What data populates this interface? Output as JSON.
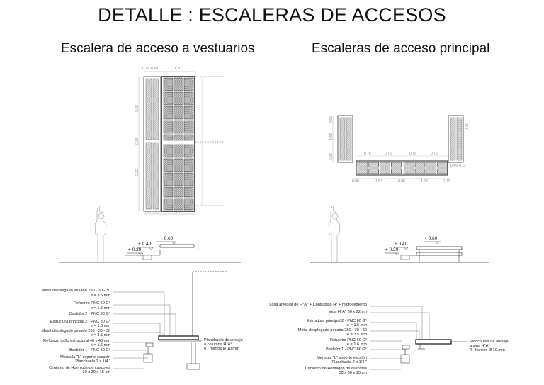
{
  "title": "DETALLE : ESCALERAS DE ACCESOS",
  "left": {
    "subtitle": "Escalera de acceso a vestuarios",
    "dims_top": [
      "0,11",
      "0,49",
      "1,20"
    ],
    "dims_bottom": [
      "0,30",
      "0,30",
      "1,20"
    ],
    "dims_side": [
      "2,32",
      "0,06",
      "2,32"
    ],
    "levels": [
      "+ 0.60",
      "+ 0.40",
      "+ 0.20"
    ],
    "labels": [
      "Metal desplegado pesado 250 - 30 - 30",
      "e = 3.5 mm",
      "Refuerzo PNC 60 G°",
      "e = 1.6 mm",
      "Bastidor 2 - PNC 80 G°",
      "Estructura principal 2 - PNC 80 G°",
      "e = 1.6 mm",
      "Metal desplegado pesado 250 - 30 - 30",
      "e = 3.5 mm",
      "Refuerzo caño estructural 40 x 40 mm",
      "e = 1.6 mm",
      "Bastidor 1 - PNC 80 G°",
      "Mensula \"L\" soporte escalón",
      "Planchuela 2 x 1/4 \"",
      "Cimiento de Hormigón de cascotes",
      "30 x 30 x 15 cm"
    ],
    "right_labels": [
      "Planchuela de anclaje",
      "a columna H°A°",
      "4 - hierros Ø 10 mm"
    ]
  },
  "right": {
    "subtitle": "Escaleras de acceso principal",
    "dims_top": [
      "0,76",
      "0,76",
      "0,76",
      "0,76"
    ],
    "dims_bottom": [
      "0,08",
      "1,63",
      "0,08",
      "1,63",
      "0,08"
    ],
    "dims_side": [
      "0,66",
      "1,63",
      "0,06"
    ],
    "dims_right": [
      "0,11",
      "0,49",
      "0,11"
    ],
    "levels": [
      "+ 0.60",
      "+ 0.40",
      "+ 0.20"
    ],
    "labels": [
      "Losa alveolar de H°A° + Contrapiso H° + microcemento",
      "Viga H°A° 30 x 22 cm",
      "Estructura principal 2 - PNC 80 G°",
      "e = 1.6 mm",
      "Metal desplegado pesado 250 - 30 - 30",
      "e = 3.5 mm",
      "Refuerzo PNC 60 G°",
      "e = 1.6 mm",
      "Bastidor 1 - PNC 80 G°",
      "Mensula \"L\" soporte escalón",
      "Planchuela 2 x 1/4 \"",
      "Cimiento de Hormigón de cascotes",
      "30 x 30 x 15 cm"
    ],
    "right_labels": [
      "Planchuela de anclaje",
      "a viga H°A°",
      "4 - hierros Ø 10 mm"
    ]
  }
}
